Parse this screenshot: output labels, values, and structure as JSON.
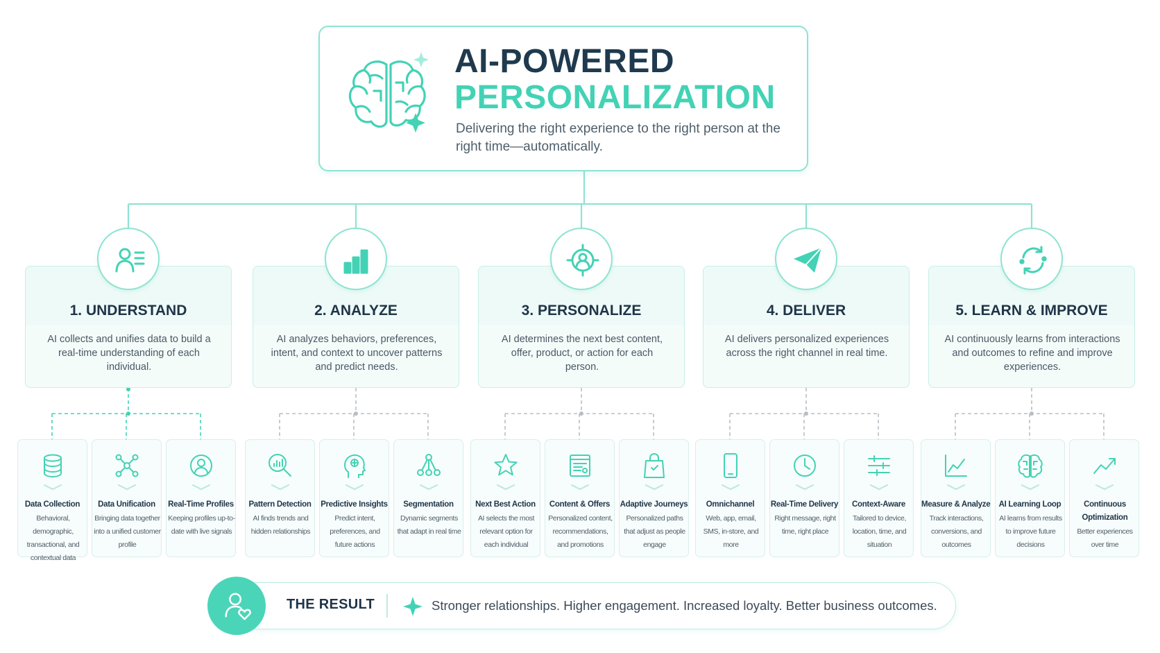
{
  "header": {
    "icon": "brain-sparkle-icon",
    "title_line1": "AI-POWERED",
    "title_line2": "PERSONALIZATION",
    "subtitle": "Delivering the right experience to the right person at the right time—automatically."
  },
  "colors": {
    "accent": "#43d2b5",
    "dark_text": "#1f3a4e",
    "border": "#8fe3d2"
  },
  "stages": [
    {
      "title": "1. UNDERSTAND",
      "icon": "user-profile-icon",
      "description": "AI collects and unifies data to build a real-time understanding of each individual.",
      "subs": [
        {
          "title": "Data Collection",
          "icon": "database-icon",
          "description": "Behavioral, demographic, transactional, and contextual data"
        },
        {
          "title": "Data Unification",
          "icon": "network-icon",
          "description": "Bringing data together into a unified customer profile"
        },
        {
          "title": "Real-Time Profiles",
          "icon": "user-circle-icon",
          "description": "Keeping profiles up-to-date with live signals"
        }
      ]
    },
    {
      "title": "2. ANALYZE",
      "icon": "bar-chart-icon",
      "description": "AI analyzes behaviors, preferences, intent, and context to uncover patterns and predict needs.",
      "subs": [
        {
          "title": "Pattern Detection",
          "icon": "magnify-chart-icon",
          "description": "AI finds trends and hidden relationships"
        },
        {
          "title": "Predictive Insights",
          "icon": "head-brain-icon",
          "description": "Predict intent, preferences, and future actions"
        },
        {
          "title": "Segmentation",
          "icon": "segment-nodes-icon",
          "description": "Dynamic segments that adapt in real time"
        }
      ]
    },
    {
      "title": "3. PERSONALIZE",
      "icon": "target-user-icon",
      "description": "AI determines the next best content, offer, product, or action for each person.",
      "subs": [
        {
          "title": "Next Best Action",
          "icon": "star-icon",
          "description": "AI selects the most relevant option for each individual"
        },
        {
          "title": "Content & Offers",
          "icon": "content-card-icon",
          "description": "Personalized content, recommendations, and promotions"
        },
        {
          "title": "Adaptive Journeys",
          "icon": "shopping-bag-icon",
          "description": "Personalized paths that adjust as people engage"
        }
      ]
    },
    {
      "title": "4. DELIVER",
      "icon": "paper-plane-icon",
      "description": "AI delivers personalized experiences across the right channel in real time.",
      "subs": [
        {
          "title": "Omnichannel",
          "icon": "smartphone-icon",
          "description": "Web, app, email, SMS, in-store, and more"
        },
        {
          "title": "Real-Time Delivery",
          "icon": "clock-icon",
          "description": "Right message, right time, right place"
        },
        {
          "title": "Context-Aware",
          "icon": "sliders-icon",
          "description": "Tailored to device, location, time, and situation"
        }
      ]
    },
    {
      "title": "5. LEARN & IMPROVE",
      "icon": "refresh-cycle-icon",
      "description": "AI continuously learns from interactions and outcomes to refine and improve experiences.",
      "subs": [
        {
          "title": "Measure & Analyze",
          "icon": "line-chart-icon",
          "description": "Track interactions, conversions, and outcomes"
        },
        {
          "title": "AI Learning Loop",
          "icon": "brain-icon",
          "description": "AI learns from results to improve future decisions"
        },
        {
          "title": "Continuous Optimization",
          "icon": "trend-up-icon",
          "description": "Better experiences over time"
        }
      ]
    }
  ],
  "result": {
    "icon": "user-heart-icon",
    "label": "THE RESULT",
    "spark_icon": "sparkle-icon",
    "text": "Stronger relationships. Higher engagement. Increased loyalty. Better business outcomes."
  }
}
